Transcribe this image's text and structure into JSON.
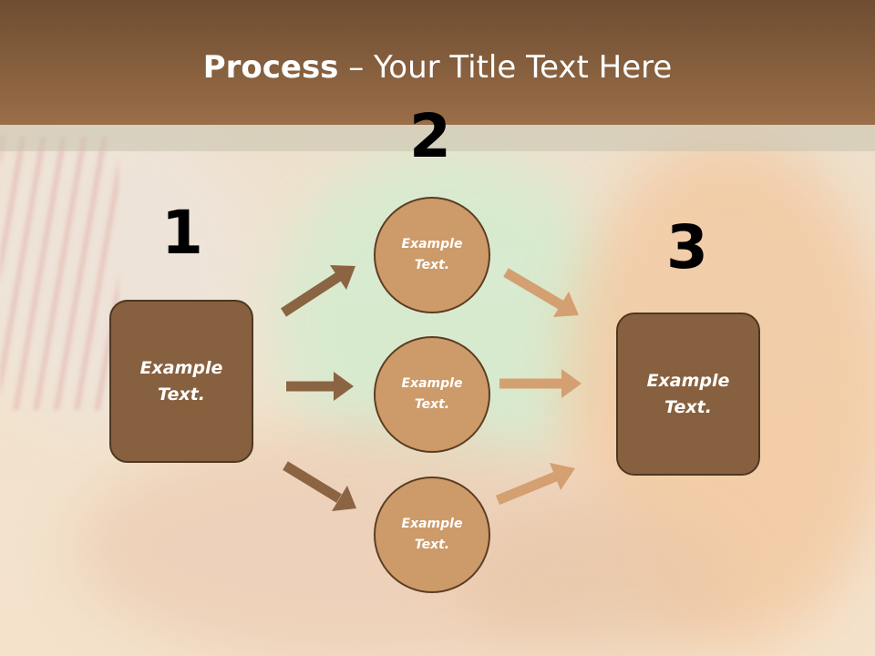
{
  "title": {
    "bold": "Process",
    "rest": " – Your Title Text Here"
  },
  "steps": {
    "one": "1",
    "two": "2",
    "three": "3"
  },
  "left_box": {
    "label": "Example\nText."
  },
  "circles": [
    {
      "label": "Example\nText."
    },
    {
      "label": "Example\nText."
    },
    {
      "label": "Example\nText."
    }
  ],
  "right_box": {
    "label": "Example\nText."
  },
  "colors": {
    "header_dark": "#6e4d31",
    "box_brown": "#87603f",
    "circle_tan": "#cd9a69",
    "arrow_dark": "#8a6443",
    "arrow_light": "#d4a071"
  }
}
